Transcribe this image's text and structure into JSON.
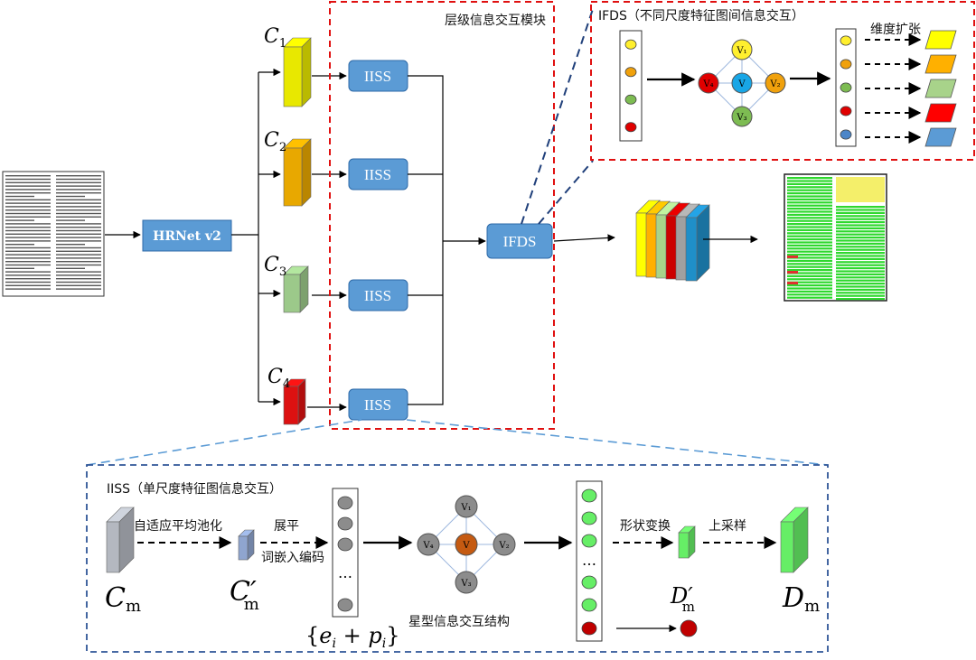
{
  "backbone": {
    "label": "HRNet v2"
  },
  "features": [
    {
      "label": "C",
      "sub": "1",
      "color": "#e8e800"
    },
    {
      "label": "C",
      "sub": "2",
      "color": "#e8a800"
    },
    {
      "label": "C",
      "sub": "3",
      "color": "#9cc98a"
    },
    {
      "label": "C",
      "sub": "4",
      "color": "#dd1111"
    }
  ],
  "iiss_label": "IISS",
  "ifds_label": "IFDS",
  "hier_module": {
    "title": "层级信息交互模块"
  },
  "ifds_inset": {
    "title": "IFDS（不同尺度特征图间信息交互）",
    "expand_label": "维度扩张",
    "star_nodes": [
      "V₁",
      "V₂",
      "V₃",
      "V₄",
      "V"
    ],
    "token_colors": [
      "#ffef2e",
      "#f0a10c",
      "#7dbc52",
      "#e00000",
      "#4d86c8"
    ],
    "output_colors": [
      "#ffff00",
      "#ffb000",
      "#a8d38a",
      "#ff0000",
      "#5b9bd5"
    ]
  },
  "iiss_inset": {
    "title": "IISS（单尺度特征图信息交互）",
    "pool_label": "自适应平均池化",
    "flatten_label": "展平",
    "embed_label": "词嵌入编码",
    "star_label": "星型信息交互结构",
    "reshape_label": "形状变换",
    "upsample_label": "上采样",
    "star_nodes": [
      "V₁",
      "V₂",
      "V₃",
      "V₄",
      "V"
    ],
    "cm_label": "C",
    "cm_sub": "m",
    "cm_prime_label": "C′",
    "dm_prime_label": "D′",
    "dm_label": "D",
    "seq_formula": "{e",
    "ellipsis": "…"
  },
  "colors": {
    "button_fill": "#5b9bd5",
    "button_stroke": "#2e6aa8",
    "dashed_red": "#e01010",
    "dashed_blue": "#2f5597",
    "node_gray": "#8c8c8c",
    "node_orange": "#c55a11",
    "node_green": "#66ee66"
  }
}
